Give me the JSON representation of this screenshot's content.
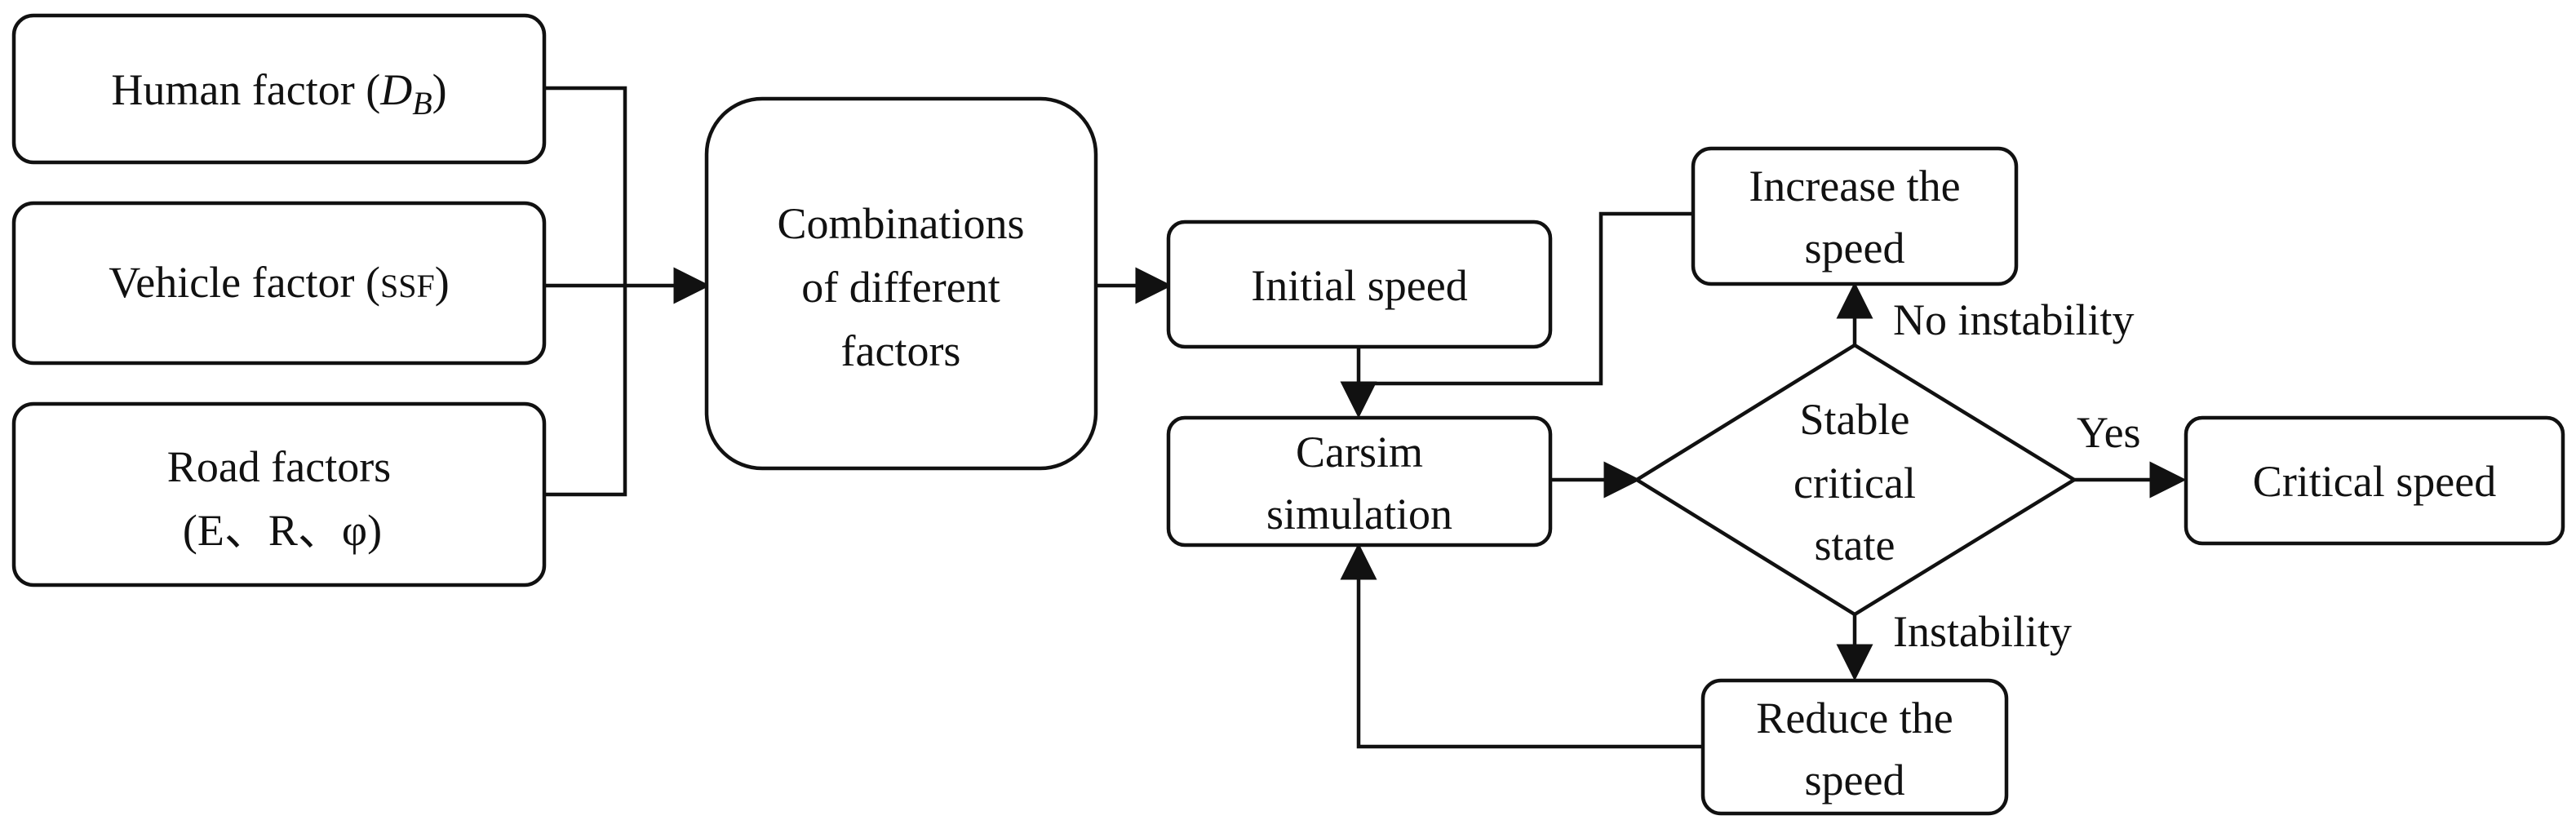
{
  "nodes": {
    "human": {
      "text": "Human factor (",
      "sym": "D",
      "sub": "B",
      "close": ")"
    },
    "vehicle": {
      "text": "Vehicle factor (",
      "abbr": "SSF",
      "close": ")"
    },
    "road": {
      "line1": "Road factors",
      "line2": "(E、R、φ)"
    },
    "combinations": {
      "line1": "Combinations",
      "line2": "of different",
      "line3": "factors"
    },
    "initial": {
      "text": "Initial speed"
    },
    "carsim": {
      "line1": "Carsim",
      "line2": "simulation"
    },
    "stable": {
      "line1": "Stable",
      "line2": "critical",
      "line3": "state"
    },
    "increase": {
      "line1": "Increase the",
      "line2": "speed"
    },
    "reduce": {
      "line1": "Reduce the",
      "line2": "speed"
    },
    "critical": {
      "text": "Critical speed"
    }
  },
  "edges": {
    "no_instability": "No instability",
    "instability": "Instability",
    "yes": "Yes"
  }
}
